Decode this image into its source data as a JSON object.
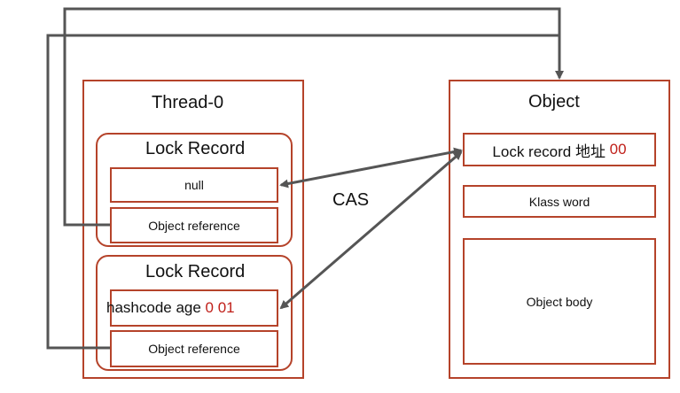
{
  "thread": {
    "title": "Thread-0",
    "records": [
      {
        "title": "Lock Record",
        "top_field": "null",
        "reference": "Object reference"
      },
      {
        "title": "Lock Record",
        "top_field_prefix": "hashcode age ",
        "top_field_suffix": "0 01",
        "reference": "Object reference"
      }
    ]
  },
  "object": {
    "title": "Object",
    "header_prefix": "Lock record 地址 ",
    "header_suffix": "00",
    "klass": "Klass word",
    "body": "Object body"
  },
  "cas_label": "CAS",
  "colors": {
    "box_border": "#b5432a",
    "highlight_red": "#c0201a",
    "arrow": "#555555"
  }
}
